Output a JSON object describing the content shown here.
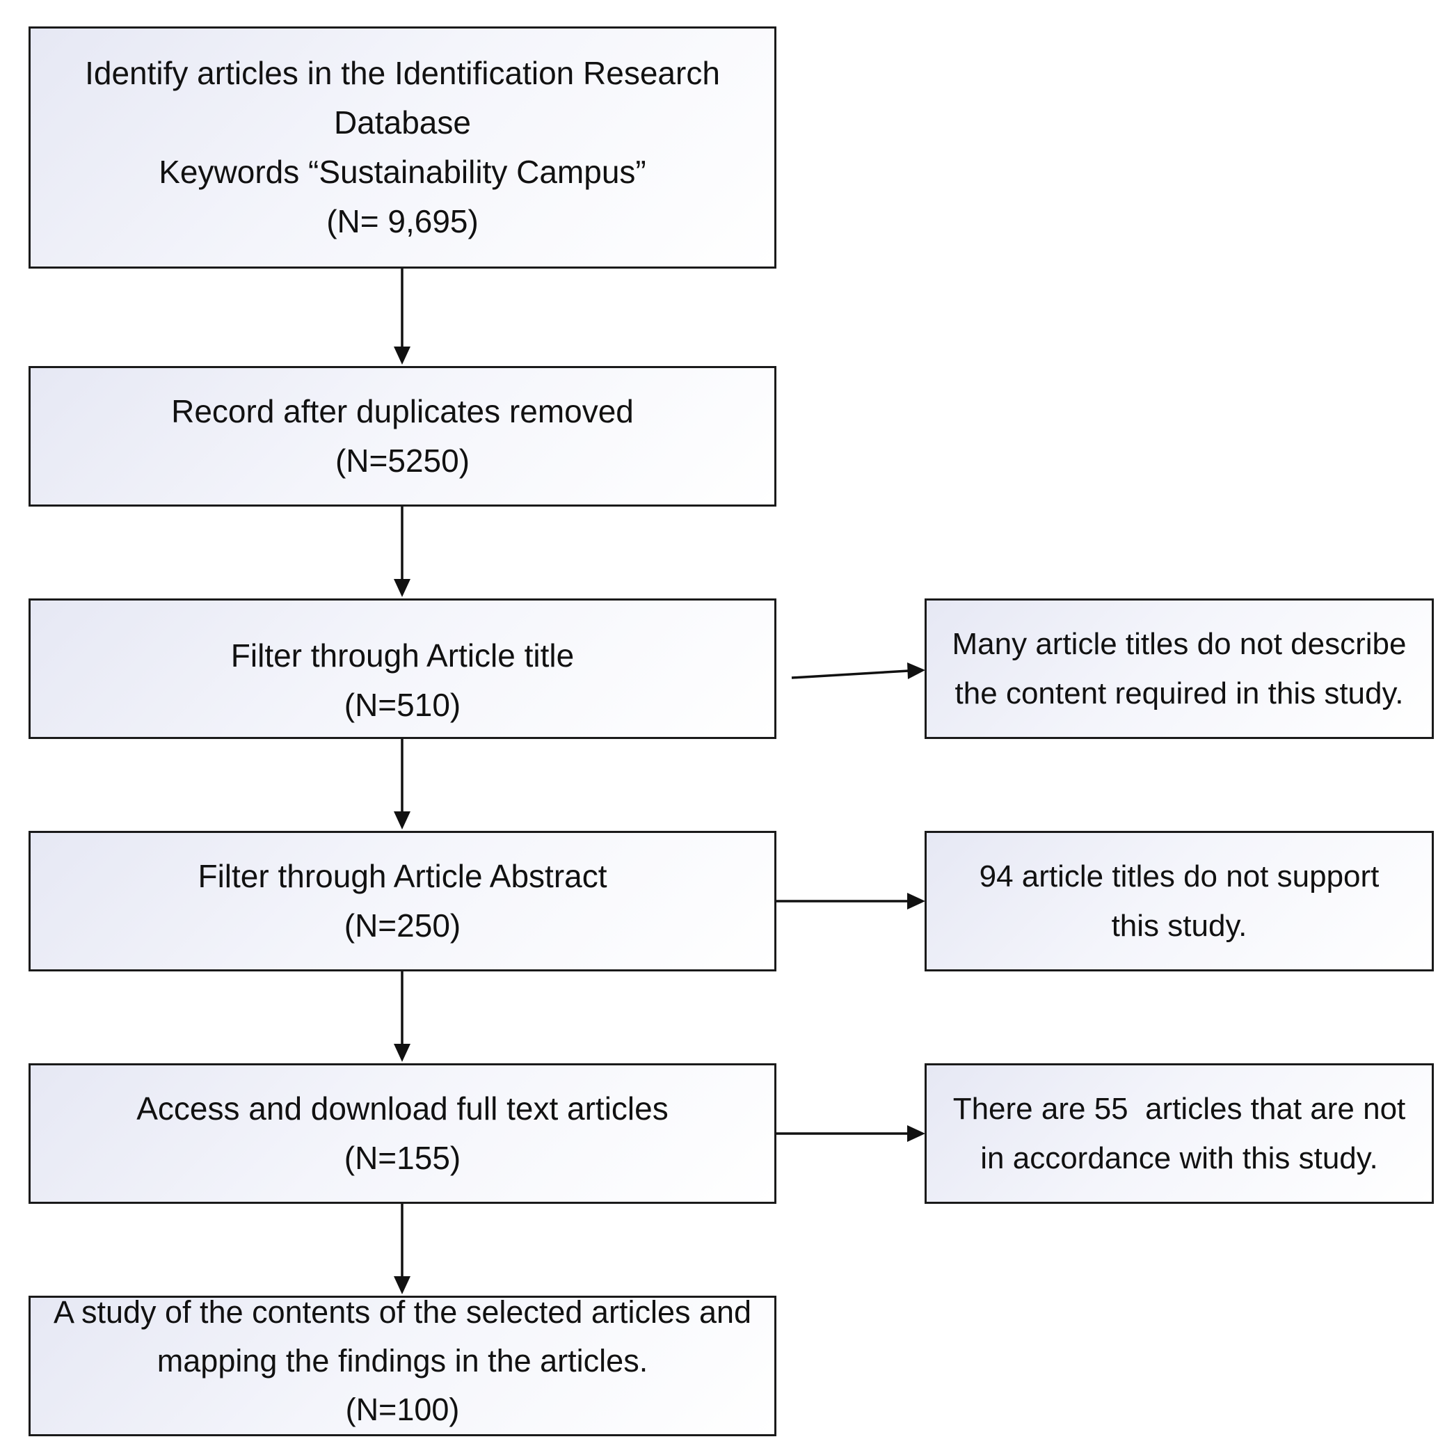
{
  "flowchart": {
    "main_steps": [
      {
        "lines": [
          "Identify articles in the Identification Research",
          "Database",
          "Keywords “Sustainability Campus”",
          "(N= 9,695)"
        ]
      },
      {
        "lines": [
          "Record after duplicates removed",
          "(N=5250)"
        ]
      },
      {
        "lines": [
          "Filter through Article title",
          "(N=510)"
        ]
      },
      {
        "lines": [
          "Filter through Article Abstract",
          "(N=250)"
        ]
      },
      {
        "lines": [
          "Access and download full text articles",
          "(N=155)"
        ]
      },
      {
        "lines": [
          "A study of the contents of the selected articles and",
          "mapping the findings in the articles.",
          "(N=100)"
        ]
      }
    ],
    "exclusions": [
      {
        "lines": [
          "Many article titles do not describe",
          "the content required in this study."
        ]
      },
      {
        "lines": [
          "94 article titles do not support",
          "this study."
        ]
      },
      {
        "lines": [
          "There are 55  articles that are not",
          "in accordance with this study."
        ]
      }
    ]
  }
}
